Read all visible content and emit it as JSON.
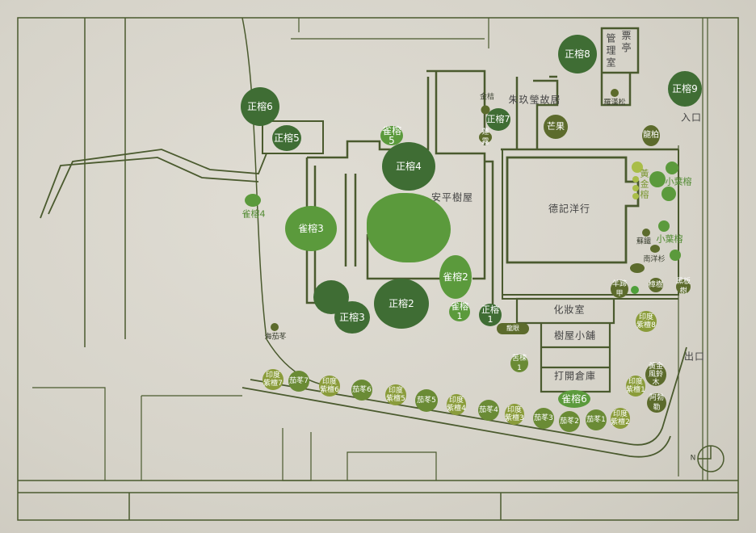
{
  "buildings": {
    "mgmt": "管\n理\n室",
    "ticket": "票\n亭",
    "zhu": "朱玖瑩故居",
    "treehouse": "安平樹屋",
    "tait": "德記洋行",
    "restroom": "化妝室",
    "shop": "樹屋小舖",
    "warehouse": "打開倉庫",
    "entrance": "入口",
    "exit": "出口",
    "north": "N"
  },
  "trees": {
    "z1": "正榕1",
    "z2": "正榕2",
    "z3": "正榕3",
    "z4": "正榕4",
    "z5": "正榕5",
    "z6": "正榕6",
    "z7": "正榕7",
    "z8": "正榕8",
    "z9": "正榕9",
    "q1": "雀榕1",
    "q2": "雀榕2",
    "q3": "雀榕3",
    "q4": "雀榕4",
    "q5": "雀榕5",
    "q6": "雀榕6",
    "kumquat": "金桔",
    "waxapple": "蓮霧",
    "mango": "芒果",
    "podocarpus": "羅漢松",
    "juniper": "龍柏",
    "golden_banyan": "黃\n金\n榕",
    "small_banyan_a": "小葉榕",
    "small_banyan_b": "小葉榕",
    "cycad": "蘇鐵",
    "araucaria": "南洋杉",
    "bauhinia": "羊蹄甲",
    "camphor": "樟樹",
    "blackboard": "黑板樹",
    "longan": "龍眼",
    "chinaberry": "苦楝1",
    "tabebuia": "黃金\n風鈴木",
    "cassia": "阿勃勒",
    "sea_bishop": "海茄苳",
    "pt1": "印度\n紫檀1",
    "pt2": "印度\n紫檀2",
    "pt3": "印度\n紫檀3",
    "pt4": "印度\n紫檀4",
    "pt5": "印度\n紫檀5",
    "pt6": "印度\n紫檀6",
    "pt7": "印度\n紫檀7",
    "pt8": "印度\n紫檀8",
    "b1": "茄苳1",
    "b2": "茄苳2",
    "b3": "茄苳3",
    "b4": "茄苳4",
    "b5": "茄苳5",
    "b6": "茄苳6",
    "b7": "茄苳7"
  },
  "colors": {
    "line": "#4a5a2e",
    "banyan": "#3f6d34",
    "strangler_fig": "#5b9a3c",
    "other": "#5c6b2c",
    "rosewood": "#8a9c3a"
  }
}
